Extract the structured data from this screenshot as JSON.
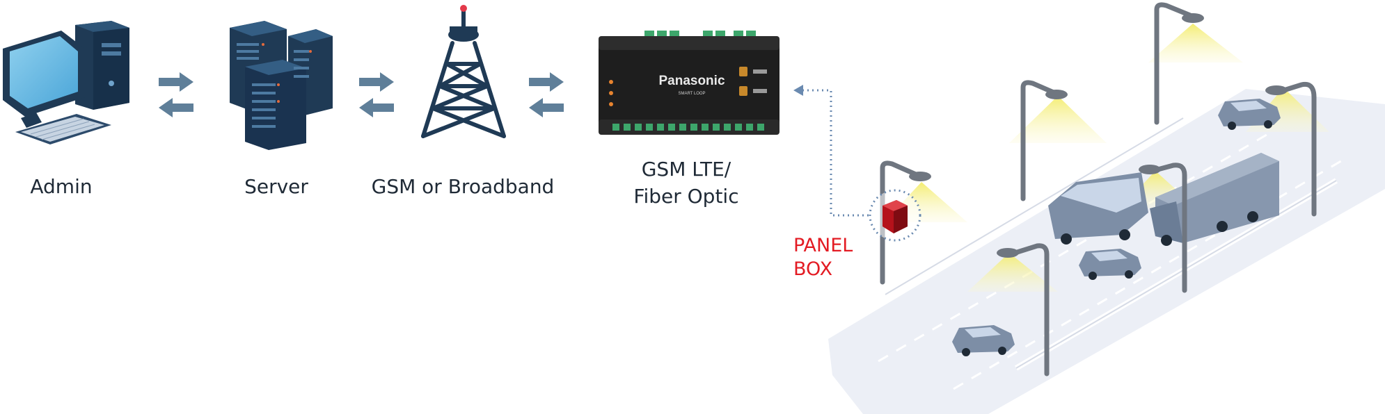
{
  "nodes": {
    "admin": {
      "label": "Admin"
    },
    "server": {
      "label": "Server"
    },
    "gsm": {
      "label": "GSM or Broadband"
    },
    "controller": {
      "label_line1": "GSM LTE/",
      "label_line2": "Fiber Optic",
      "brand": "Panasonic",
      "model": "SMART LOOP"
    },
    "panel_box": {
      "label_line1": "PANEL",
      "label_line2": "BOX"
    }
  },
  "colors": {
    "arrow": "#5f7f99",
    "device_dark": "#1f3a55",
    "label_text": "#1f2a36",
    "panel_label": "#e31b23",
    "panel_box": "#b5121b",
    "dotted_link": "#6a8ab0",
    "road": "#eceff6",
    "lamp_pole": "#6f7680",
    "light_beam": "#f7f196"
  },
  "icons": [
    "admin-computer-icon",
    "server-rack-icon",
    "gsm-tower-icon",
    "controller-device-icon",
    "exchange-arrows-icon",
    "street-lamp-icon",
    "vehicle-icon"
  ]
}
